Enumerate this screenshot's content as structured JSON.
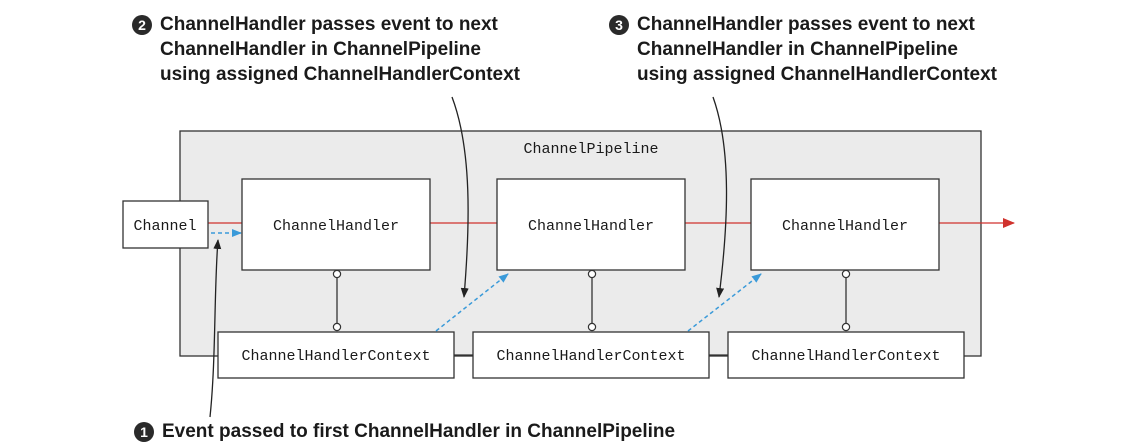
{
  "pipeline": {
    "label": "ChannelPipeline"
  },
  "channel": {
    "label": "Channel"
  },
  "handlers": [
    {
      "label": "ChannelHandler"
    },
    {
      "label": "ChannelHandler"
    },
    {
      "label": "ChannelHandler"
    }
  ],
  "contexts": [
    {
      "label": "ChannelHandlerContext"
    },
    {
      "label": "ChannelHandlerContext"
    },
    {
      "label": "ChannelHandlerContext"
    }
  ],
  "callouts": [
    {
      "number": "1",
      "lines": [
        "Event passed to first ChannelHandler in ChannelPipeline"
      ]
    },
    {
      "number": "2",
      "lines": [
        "ChannelHandler passes event to next",
        "ChannelHandler in ChannelPipeline",
        "using assigned ChannelHandlerContext"
      ]
    },
    {
      "number": "3",
      "lines": [
        "ChannelHandler passes event to next",
        "ChannelHandler in ChannelPipeline",
        "using assigned ChannelHandlerContext"
      ]
    }
  ],
  "colors": {
    "event_flow": "#d0322d",
    "dashed_arrow": "#3a9ad9",
    "pipeline_fill": "#ebebeb",
    "box_stroke": "#333333"
  }
}
